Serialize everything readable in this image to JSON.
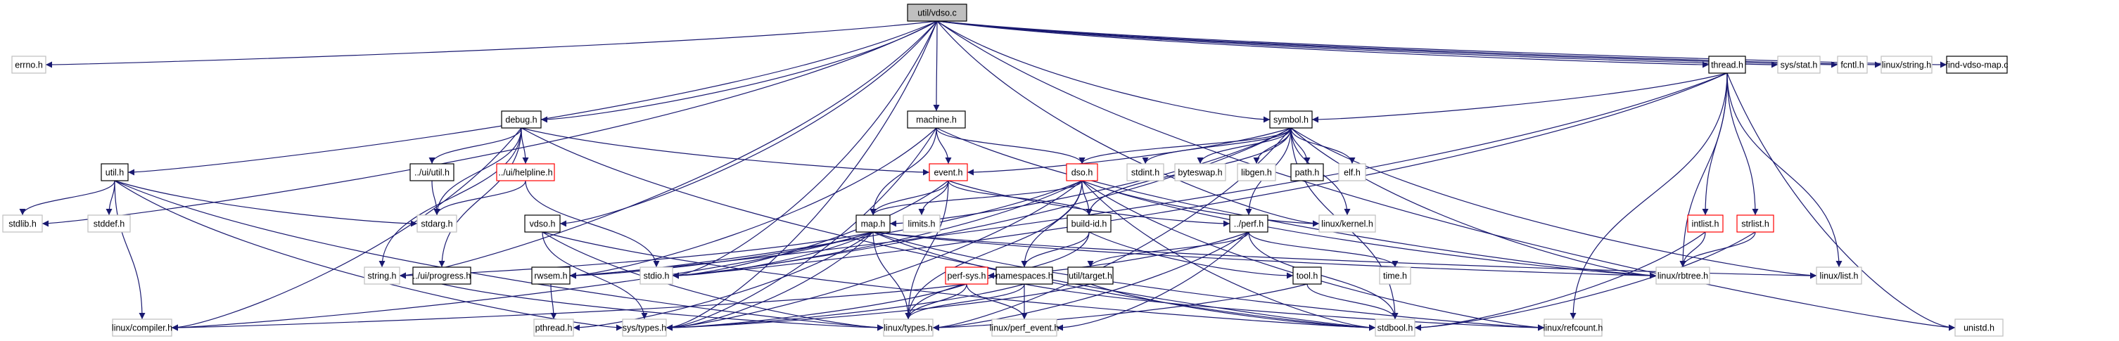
{
  "title": "util/vdso.c include dependency graph",
  "colors": {
    "edge": "#191970",
    "root_fill": "#bfbfbf",
    "root_border": "#000000",
    "documented_border": "#000000",
    "external_border": "#bfbfbf",
    "truncated_border": "#ff0000"
  },
  "nodes": [
    {
      "id": "util/vdso.c",
      "label": "util/vdso.c",
      "kind": "root"
    },
    {
      "id": "errno.h",
      "label": "errno.h",
      "kind": "external"
    },
    {
      "id": "thread.h",
      "label": "thread.h",
      "kind": "documented"
    },
    {
      "id": "sys/stat.h",
      "label": "sys/stat.h",
      "kind": "external"
    },
    {
      "id": "fcntl.h",
      "label": "fcntl.h",
      "kind": "external"
    },
    {
      "id": "linux/string.h",
      "label": "linux/string.h",
      "kind": "external"
    },
    {
      "id": "find-vdso-map.c",
      "label": "find-vdso-map.c",
      "kind": "documented"
    },
    {
      "id": "debug.h",
      "label": "debug.h",
      "kind": "documented"
    },
    {
      "id": "machine.h",
      "label": "machine.h",
      "kind": "documented"
    },
    {
      "id": "symbol.h",
      "label": "symbol.h",
      "kind": "documented"
    },
    {
      "id": "util.h",
      "label": "util.h",
      "kind": "documented"
    },
    {
      "id": "../ui/util.h",
      "label": "../ui/util.h",
      "kind": "documented"
    },
    {
      "id": "../ui/helpline.h",
      "label": "../ui/helpline.h",
      "kind": "truncated"
    },
    {
      "id": "event.h",
      "label": "event.h",
      "kind": "truncated"
    },
    {
      "id": "dso.h",
      "label": "dso.h",
      "kind": "truncated"
    },
    {
      "id": "stdint.h",
      "label": "stdint.h",
      "kind": "external"
    },
    {
      "id": "byteswap.h",
      "label": "byteswap.h",
      "kind": "external"
    },
    {
      "id": "libgen.h",
      "label": "libgen.h",
      "kind": "external"
    },
    {
      "id": "path.h",
      "label": "path.h",
      "kind": "documented"
    },
    {
      "id": "elf.h",
      "label": "elf.h",
      "kind": "external"
    },
    {
      "id": "stdlib.h",
      "label": "stdlib.h",
      "kind": "external"
    },
    {
      "id": "stddef.h",
      "label": "stddef.h",
      "kind": "external"
    },
    {
      "id": "stdarg.h",
      "label": "stdarg.h",
      "kind": "external"
    },
    {
      "id": "vdso.h",
      "label": "vdso.h",
      "kind": "documented"
    },
    {
      "id": "map.h",
      "label": "map.h",
      "kind": "documented"
    },
    {
      "id": "limits.h",
      "label": "limits.h",
      "kind": "external"
    },
    {
      "id": "build-id.h",
      "label": "build-id.h",
      "kind": "documented"
    },
    {
      "id": "../perf.h",
      "label": "../perf.h",
      "kind": "documented"
    },
    {
      "id": "linux/kernel.h",
      "label": "linux/kernel.h",
      "kind": "external"
    },
    {
      "id": "intlist.h",
      "label": "intlist.h",
      "kind": "truncated"
    },
    {
      "id": "strlist.h",
      "label": "strlist.h",
      "kind": "truncated"
    },
    {
      "id": "string.h",
      "label": "string.h",
      "kind": "external"
    },
    {
      "id": "../ui/progress.h",
      "label": "../ui/progress.h",
      "kind": "documented"
    },
    {
      "id": "rwsem.h",
      "label": "rwsem.h",
      "kind": "documented"
    },
    {
      "id": "stdio.h",
      "label": "stdio.h",
      "kind": "external"
    },
    {
      "id": "perf-sys.h",
      "label": "perf-sys.h",
      "kind": "truncated"
    },
    {
      "id": "namespaces.h",
      "label": "namespaces.h",
      "kind": "documented"
    },
    {
      "id": "util/target.h",
      "label": "util/target.h",
      "kind": "documented"
    },
    {
      "id": "tool.h",
      "label": "tool.h",
      "kind": "documented"
    },
    {
      "id": "time.h",
      "label": "time.h",
      "kind": "external"
    },
    {
      "id": "linux/rbtree.h",
      "label": "linux/rbtree.h",
      "kind": "external"
    },
    {
      "id": "linux/list.h",
      "label": "linux/list.h",
      "kind": "external"
    },
    {
      "id": "linux/compiler.h",
      "label": "linux/compiler.h",
      "kind": "external"
    },
    {
      "id": "pthread.h",
      "label": "pthread.h",
      "kind": "external"
    },
    {
      "id": "sys/types.h",
      "label": "sys/types.h",
      "kind": "external"
    },
    {
      "id": "linux/types.h",
      "label": "linux/types.h",
      "kind": "external"
    },
    {
      "id": "linux/perf_event.h",
      "label": "linux/perf_event.h",
      "kind": "external"
    },
    {
      "id": "stdbool.h",
      "label": "stdbool.h",
      "kind": "external"
    },
    {
      "id": "linux/refcount.h",
      "label": "linux/refcount.h",
      "kind": "external"
    },
    {
      "id": "unistd.h",
      "label": "unistd.h",
      "kind": "external"
    }
  ],
  "edges": [
    [
      "util/vdso.c",
      "errno.h"
    ],
    [
      "util/vdso.c",
      "util.h"
    ],
    [
      "util/vdso.c",
      "stdlib.h"
    ],
    [
      "util/vdso.c",
      "debug.h"
    ],
    [
      "util/vdso.c",
      "string.h"
    ],
    [
      "util/vdso.c",
      "vdso.h"
    ],
    [
      "util/vdso.c",
      "stdio.h"
    ],
    [
      "util/vdso.c",
      "sys/types.h"
    ],
    [
      "util/vdso.c",
      "machine.h"
    ],
    [
      "util/vdso.c",
      "symbol.h"
    ],
    [
      "util/vdso.c",
      "thread.h"
    ],
    [
      "util/vdso.c",
      "sys/stat.h"
    ],
    [
      "util/vdso.c",
      "fcntl.h"
    ],
    [
      "util/vdso.c",
      "linux/string.h"
    ],
    [
      "util/vdso.c",
      "find-vdso-map.c"
    ],
    [
      "util/vdso.c",
      "unistd.h"
    ],
    [
      "util/vdso.c",
      "linux/kernel.h"
    ],
    [
      "thread.h",
      "symbol.h"
    ],
    [
      "thread.h",
      "rwsem.h"
    ],
    [
      "thread.h",
      "linux/rbtree.h"
    ],
    [
      "thread.h",
      "intlist.h"
    ],
    [
      "thread.h",
      "strlist.h"
    ],
    [
      "thread.h",
      "linux/list.h"
    ],
    [
      "thread.h",
      "unistd.h"
    ],
    [
      "thread.h",
      "linux/refcount.h"
    ],
    [
      "thread.h",
      "stdio.h"
    ],
    [
      "debug.h",
      "../ui/util.h"
    ],
    [
      "debug.h",
      "../ui/helpline.h"
    ],
    [
      "debug.h",
      "event.h"
    ],
    [
      "debug.h",
      "stdarg.h"
    ],
    [
      "debug.h",
      "string.h"
    ],
    [
      "debug.h",
      "../ui/progress.h"
    ],
    [
      "debug.h",
      "linux/compiler.h"
    ],
    [
      "debug.h",
      "stdbool.h"
    ],
    [
      "machine.h",
      "event.h"
    ],
    [
      "machine.h",
      "dso.h"
    ],
    [
      "machine.h",
      "map.h"
    ],
    [
      "machine.h",
      "rwsem.h"
    ],
    [
      "machine.h",
      "sys/types.h"
    ],
    [
      "machine.h",
      "linux/rbtree.h"
    ],
    [
      "symbol.h",
      "dso.h"
    ],
    [
      "symbol.h",
      "event.h"
    ],
    [
      "symbol.h",
      "stdint.h"
    ],
    [
      "symbol.h",
      "byteswap.h"
    ],
    [
      "symbol.h",
      "libgen.h"
    ],
    [
      "symbol.h",
      "path.h"
    ],
    [
      "symbol.h",
      "elf.h"
    ],
    [
      "symbol.h",
      "map.h"
    ],
    [
      "symbol.h",
      "build-id.h"
    ],
    [
      "symbol.h",
      "../perf.h"
    ],
    [
      "symbol.h",
      "linux/kernel.h"
    ],
    [
      "symbol.h",
      "linux/rbtree.h"
    ],
    [
      "symbol.h",
      "linux/list.h"
    ],
    [
      "symbol.h",
      "stdio.h"
    ],
    [
      "symbol.h",
      "linux/types.h"
    ],
    [
      "symbol.h",
      "stdbool.h"
    ],
    [
      "util.h",
      "stdlib.h"
    ],
    [
      "util.h",
      "stddef.h"
    ],
    [
      "util.h",
      "stdarg.h"
    ],
    [
      "util.h",
      "linux/compiler.h"
    ],
    [
      "util.h",
      "sys/types.h"
    ],
    [
      "util.h",
      "linux/types.h"
    ],
    [
      "../ui/util.h",
      "stdarg.h"
    ],
    [
      "../ui/helpline.h",
      "stdarg.h"
    ],
    [
      "../ui/helpline.h",
      "stdio.h"
    ],
    [
      "event.h",
      "limits.h"
    ],
    [
      "event.h",
      "map.h"
    ],
    [
      "event.h",
      "stdio.h"
    ],
    [
      "event.h",
      "build-id.h"
    ],
    [
      "event.h",
      "../perf.h"
    ],
    [
      "event.h",
      "linux/types.h"
    ],
    [
      "dso.h",
      "map.h"
    ],
    [
      "dso.h",
      "build-id.h"
    ],
    [
      "dso.h",
      "namespaces.h"
    ],
    [
      "dso.h",
      "linux/types.h"
    ],
    [
      "dso.h",
      "sys/types.h"
    ],
    [
      "dso.h",
      "stdbool.h"
    ],
    [
      "dso.h",
      "linux/rbtree.h"
    ],
    [
      "dso.h",
      "linux/refcount.h"
    ],
    [
      "dso.h",
      "rwsem.h"
    ],
    [
      "dso.h",
      "linux/kernel.h"
    ],
    [
      "dso.h",
      "stdio.h"
    ],
    [
      "vdso.h",
      "sys/types.h"
    ],
    [
      "vdso.h",
      "linux/types.h"
    ],
    [
      "vdso.h",
      "stdbool.h"
    ],
    [
      "map.h",
      "stdio.h"
    ],
    [
      "map.h",
      "string.h"
    ],
    [
      "map.h",
      "rwsem.h"
    ],
    [
      "map.h",
      "linux/compiler.h"
    ],
    [
      "map.h",
      "sys/types.h"
    ],
    [
      "map.h",
      "pthread.h"
    ],
    [
      "map.h",
      "linux/types.h"
    ],
    [
      "map.h",
      "stdbool.h"
    ],
    [
      "map.h",
      "linux/rbtree.h"
    ],
    [
      "map.h",
      "linux/list.h"
    ],
    [
      "map.h",
      "linux/refcount.h"
    ],
    [
      "build-id.h",
      "tool.h"
    ],
    [
      "build-id.h",
      "namespaces.h"
    ],
    [
      "build-id.h",
      "linux/types.h"
    ],
    [
      "../perf.h",
      "time.h"
    ],
    [
      "../perf.h",
      "perf-sys.h"
    ],
    [
      "../perf.h",
      "util/target.h"
    ],
    [
      "../perf.h",
      "stdbool.h"
    ],
    [
      "../perf.h",
      "linux/types.h"
    ],
    [
      "../perf.h",
      "linux/perf_event.h"
    ],
    [
      "intlist.h",
      "linux/rbtree.h"
    ],
    [
      "intlist.h",
      "stdbool.h"
    ],
    [
      "strlist.h",
      "linux/rbtree.h"
    ],
    [
      "strlist.h",
      "stdbool.h"
    ],
    [
      "rwsem.h",
      "pthread.h"
    ],
    [
      "perf-sys.h",
      "linux/types.h"
    ],
    [
      "perf-sys.h",
      "linux/perf_event.h"
    ],
    [
      "perf-sys.h",
      "sys/types.h"
    ],
    [
      "perf-sys.h",
      "linux/compiler.h"
    ],
    [
      "namespaces.h",
      "linux/perf_event.h"
    ],
    [
      "namespaces.h",
      "linux/types.h"
    ],
    [
      "namespaces.h",
      "sys/types.h"
    ],
    [
      "namespaces.h",
      "linux/refcount.h"
    ],
    [
      "util/target.h",
      "stdbool.h"
    ],
    [
      "util/target.h",
      "sys/types.h"
    ],
    [
      "tool.h",
      "stdbool.h"
    ],
    [
      "tool.h",
      "linux/types.h"
    ],
    [
      "../ui/progress.h",
      "linux/types.h"
    ]
  ]
}
